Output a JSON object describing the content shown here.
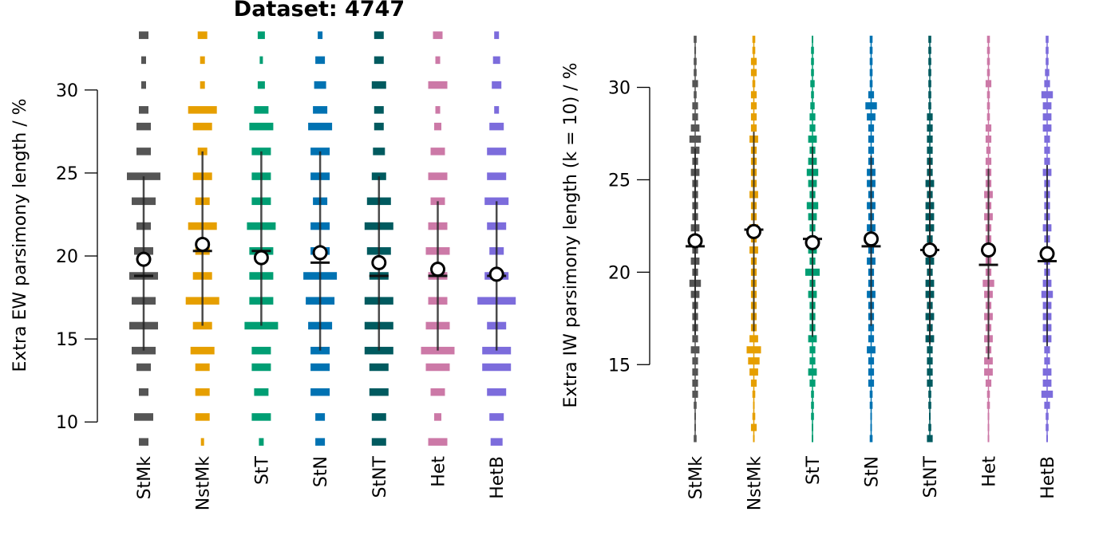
{
  "title": "Dataset: 4747",
  "colors": {
    "StMk": "#555555",
    "NstMk": "#E69F00",
    "StT": "#009E73",
    "StN": "#0072B2",
    "StNT": "#005A5F",
    "Het": "#CC79A7",
    "HetB": "#7C6CDC"
  },
  "chart_data": [
    {
      "type": "strip-histogram",
      "ylabel": "Extra EW parsimony length / %",
      "ylim": [
        9,
        33.5
      ],
      "y_ticks": [
        10,
        15,
        20,
        25,
        30
      ],
      "categories": [
        "StMk",
        "NstMk",
        "StT",
        "StN",
        "StNT",
        "Het",
        "HetB"
      ],
      "bin_levels": [
        8.8,
        10.3,
        11.8,
        13.3,
        14.3,
        15.8,
        17.3,
        18.8,
        20.3,
        21.8,
        23.3,
        24.8,
        26.3,
        27.8,
        28.8,
        30.3,
        31.8,
        33.3
      ],
      "series": [
        {
          "category": "StMk",
          "bin_counts": [
            2,
            4,
            2,
            3,
            5,
            6,
            5,
            6,
            4,
            3,
            5,
            7,
            3,
            3,
            2,
            1,
            1,
            2
          ],
          "mean": 19.8,
          "median": 18.8,
          "lower": 14.3,
          "upper": 24.8
        },
        {
          "category": "NstMk",
          "bin_counts": [
            0.5,
            3,
            3,
            3,
            5,
            4,
            7,
            4,
            3,
            6,
            3,
            4,
            2,
            4,
            6,
            1,
            1,
            2
          ],
          "mean": 20.7,
          "median": 20.3,
          "lower": 15.8,
          "upper": 26.3
        },
        {
          "category": "StT",
          "bin_counts": [
            1,
            4,
            3,
            4,
            4,
            7,
            5,
            5,
            5,
            6,
            4,
            4,
            4,
            5,
            3,
            1.5,
            0.5,
            1.5
          ],
          "mean": 19.9,
          "median": 20.3,
          "lower": 15.8,
          "upper": 26.3
        },
        {
          "category": "StN",
          "bin_counts": [
            2,
            2,
            4,
            4,
            4,
            5,
            6,
            7,
            4,
            4,
            3,
            4,
            4,
            5,
            3,
            2.5,
            2,
            1
          ],
          "mean": 20.2,
          "median": 19.6,
          "lower": 14.3,
          "upper": 26.3
        },
        {
          "category": "StNT",
          "bin_counts": [
            3,
            3,
            4,
            4,
            6,
            6,
            6,
            4,
            5,
            6,
            5,
            3,
            2.5,
            2,
            2,
            3,
            2,
            2
          ],
          "mean": 19.6,
          "median": 18.8,
          "lower": 14.3,
          "upper": 24.8
        },
        {
          "category": "Het",
          "bin_counts": [
            4,
            1.5,
            3,
            5,
            7,
            5,
            4,
            4,
            5,
            4,
            3,
            4,
            3,
            1.5,
            1,
            4,
            1,
            2
          ],
          "mean": 19.2,
          "median": 18.8,
          "lower": 14.3,
          "upper": 23.3
        },
        {
          "category": "HetB",
          "bin_counts": [
            2.5,
            3,
            4,
            6,
            6,
            4,
            8,
            5,
            3,
            4,
            5,
            4,
            4,
            3,
            1,
            2,
            1.5,
            1
          ],
          "mean": 18.9,
          "median": 18.8,
          "lower": 14.3,
          "upper": 23.3
        }
      ]
    },
    {
      "type": "strip-histogram",
      "ylabel": "Extra IW parsimony length (k = 10) / %",
      "ylim": [
        11,
        33
      ],
      "y_ticks": [
        15,
        20,
        25,
        30
      ],
      "categories": [
        "StMk",
        "NstMk",
        "StT",
        "StN",
        "StNT",
        "Het",
        "HetB"
      ],
      "bin_levels": [
        11.0,
        11.6,
        12.2,
        12.8,
        13.4,
        14.0,
        14.6,
        15.2,
        15.8,
        16.4,
        17.0,
        17.6,
        18.2,
        18.8,
        19.4,
        20.0,
        20.6,
        21.2,
        21.8,
        22.4,
        23.0,
        23.6,
        24.2,
        24.8,
        25.4,
        26.0,
        26.6,
        27.2,
        27.8,
        28.4,
        29.0,
        29.6,
        30.2,
        30.8,
        31.4,
        32.0,
        32.6
      ],
      "series": [
        {
          "category": "StMk",
          "bin_counts": [
            1,
            0.4,
            0.4,
            1,
            2,
            2,
            2,
            2,
            3,
            2,
            2,
            2,
            2,
            3,
            4,
            2,
            3,
            2,
            3,
            3,
            2,
            2,
            2,
            2,
            3,
            2,
            3,
            4,
            3,
            2,
            2,
            1,
            2,
            1,
            1,
            0.6,
            1
          ],
          "mean": 21.7,
          "median": 21.4,
          "lower": 16.6,
          "upper": 26.7
        },
        {
          "category": "NstMk",
          "bin_counts": [
            0.4,
            2,
            1,
            0.4,
            1,
            2,
            3,
            4,
            5,
            3,
            2,
            2,
            2,
            2,
            2,
            2,
            2,
            3,
            2,
            3,
            2,
            2,
            3,
            2,
            2,
            2,
            2,
            3,
            2,
            2,
            2,
            2,
            1,
            2,
            2,
            1,
            1
          ],
          "mean": 22.2,
          "median": 22.3,
          "lower": 16.8,
          "upper": 27.6
        },
        {
          "category": "StT",
          "bin_counts": [
            0.4,
            0.4,
            1,
            1,
            1,
            2,
            3,
            2,
            2,
            3,
            2,
            2,
            2,
            3,
            2,
            5,
            2,
            3,
            2,
            2,
            3,
            4,
            2,
            3,
            4,
            3,
            2,
            3,
            2,
            2,
            1.5,
            1,
            1.5,
            1,
            1,
            1,
            0.5
          ],
          "mean": 21.6,
          "median": 21.8,
          "lower": 16.5,
          "upper": 26.8
        },
        {
          "category": "StN",
          "bin_counts": [
            1,
            0.4,
            0.4,
            1,
            1,
            2,
            2,
            2,
            3,
            2,
            2,
            2,
            2,
            3,
            2,
            2,
            3,
            2,
            3,
            3,
            2,
            3,
            2,
            3,
            3,
            2,
            2,
            2,
            2,
            3,
            4,
            2,
            1,
            1,
            1,
            1,
            1
          ],
          "mean": 21.8,
          "median": 21.4,
          "lower": 17.1,
          "upper": 26.3
        },
        {
          "category": "StNT",
          "bin_counts": [
            2,
            1,
            0.4,
            1,
            1,
            2,
            2,
            2,
            2,
            3,
            2,
            3,
            2,
            3,
            3,
            2,
            3,
            3,
            2,
            3,
            3,
            3,
            2,
            3,
            2,
            2,
            2,
            2,
            2,
            2,
            1,
            1,
            1,
            1,
            1,
            1,
            1
          ],
          "mean": 21.2,
          "median": 21.2,
          "lower": 16.1,
          "upper": 26.2
        },
        {
          "category": "Het",
          "bin_counts": [
            0.4,
            0.4,
            0.4,
            1,
            1,
            2,
            3,
            3,
            2,
            3,
            2,
            3,
            2,
            3,
            4,
            2,
            2,
            3,
            2,
            2,
            3,
            2,
            3,
            2,
            2,
            2,
            1.5,
            2,
            2,
            1,
            1,
            1,
            2,
            1,
            1,
            1,
            1
          ],
          "mean": 21.2,
          "median": 20.4,
          "lower": 15.3,
          "upper": 25.6
        },
        {
          "category": "HetB",
          "bin_counts": [
            0.4,
            1,
            1,
            2,
            4,
            3,
            3,
            2,
            2,
            3,
            3,
            3,
            3,
            4,
            3,
            2,
            2,
            2,
            2,
            3,
            2,
            2,
            2,
            2,
            3,
            2,
            2,
            2,
            3,
            3,
            3,
            4,
            2,
            1.5,
            1,
            1,
            1
          ],
          "mean": 21.0,
          "median": 20.6,
          "lower": 16.0,
          "upper": 25.8
        }
      ]
    }
  ]
}
